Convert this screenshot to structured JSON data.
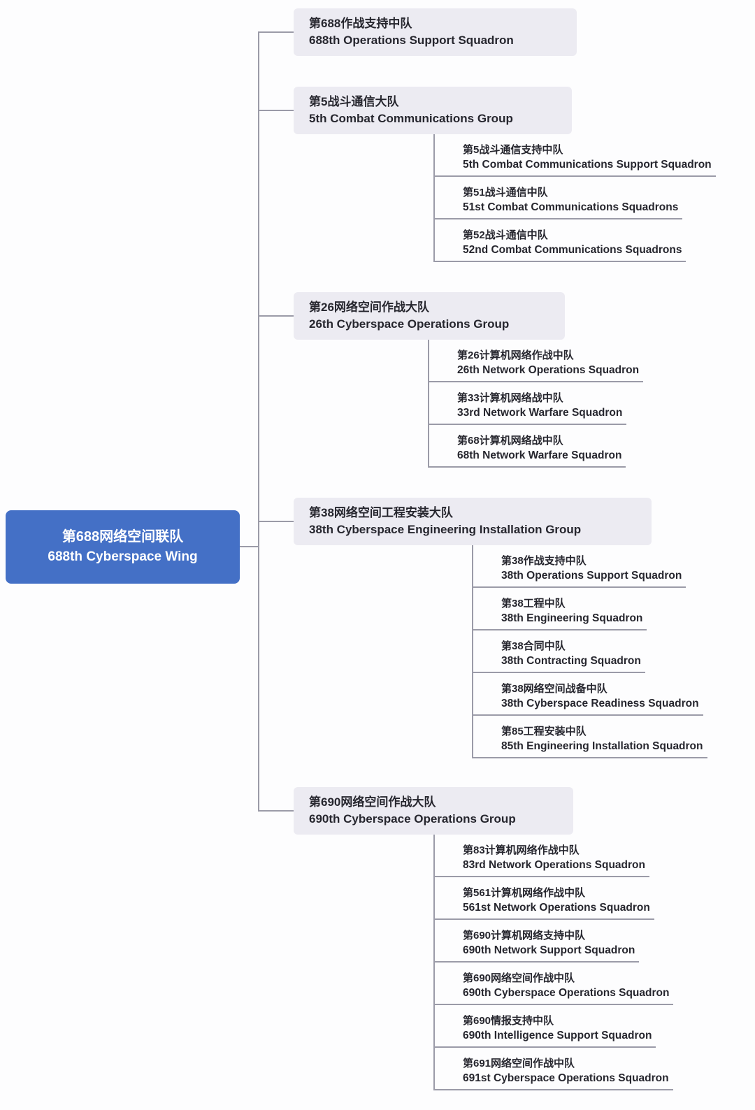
{
  "title": "688th Cyberspace Wing organization chart",
  "colors": {
    "root_bg": "#4470C6",
    "root_text": "#FFFFFF",
    "branch_bg": "#ECEBF2",
    "text": "#26262E",
    "line": "#9B9BA8"
  },
  "root": {
    "cn": "第688网络空间联队",
    "en": "688th Cyberspace Wing"
  },
  "branches": [
    {
      "cn": "第688作战支持中队",
      "en": "688th Operations Support Squadron",
      "children": []
    },
    {
      "cn": "第5战斗通信大队",
      "en": "5th Combat Communications Group",
      "children": [
        {
          "cn": "第5战斗通信支持中队",
          "en": "5th Combat Communications Support Squadron"
        },
        {
          "cn": "第51战斗通信中队",
          "en": "51st Combat Communications Squadrons"
        },
        {
          "cn": "第52战斗通信中队",
          "en": "52nd Combat Communications Squadrons"
        }
      ]
    },
    {
      "cn": "第26网络空间作战大队",
      "en": "26th Cyberspace Operations Group",
      "children": [
        {
          "cn": "第26计算机网络作战中队",
          "en": "26th Network Operations Squadron"
        },
        {
          "cn": "第33计算机网络战中队",
          "en": "33rd Network Warfare Squadron"
        },
        {
          "cn": "第68计算机网络战中队",
          "en": "68th Network Warfare Squadron"
        }
      ]
    },
    {
      "cn": "第38网络空间工程安装大队",
      "en": "38th Cyberspace Engineering Installation Group",
      "children": [
        {
          "cn": "第38作战支持中队",
          "en": "38th Operations Support Squadron"
        },
        {
          "cn": "第38工程中队",
          "en": "38th Engineering Squadron"
        },
        {
          "cn": "第38合同中队",
          "en": "38th Contracting Squadron"
        },
        {
          "cn": "第38网络空间战备中队",
          "en": "38th Cyberspace Readiness Squadron"
        },
        {
          "cn": "第85工程安装中队",
          "en": "85th Engineering Installation Squadron"
        }
      ]
    },
    {
      "cn": "第690网络空间作战大队",
      "en": "690th Cyberspace Operations Group",
      "children": [
        {
          "cn": "第83计算机网络作战中队",
          "en": "83rd Network Operations Squadron"
        },
        {
          "cn": "第561计算机网络作战中队",
          "en": "561st Network Operations Squadron"
        },
        {
          "cn": "第690计算机网络支持中队",
          "en": "690th Network Support Squadron"
        },
        {
          "cn": "第690网络空间作战中队",
          "en": "690th Cyberspace Operations Squadron"
        },
        {
          "cn": "第690情报支持中队",
          "en": "690th Intelligence Support Squadron"
        },
        {
          "cn": "第691网络空间作战中队",
          "en": "691st Cyberspace Operations Squadron"
        }
      ]
    }
  ]
}
